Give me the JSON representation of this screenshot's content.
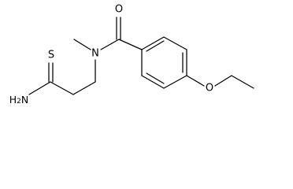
{
  "molecule": {
    "atoms": {
      "sulfur": "S",
      "amine": "H2N",
      "amide_nitrogen": "N",
      "carbonyl_oxygen": "O",
      "ether_oxygen": "O"
    }
  },
  "colors": {
    "bond": "#000000",
    "label": "#000000",
    "background": "#ffffff"
  }
}
